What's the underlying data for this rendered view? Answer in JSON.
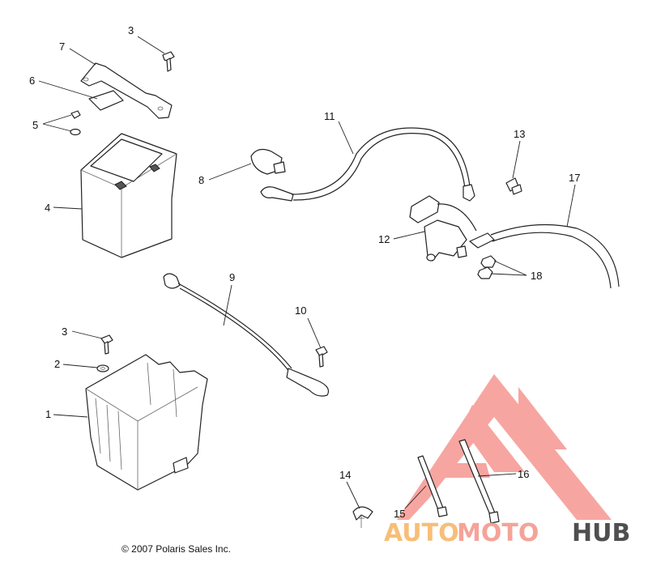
{
  "callouts": [
    {
      "id": "c1",
      "label": "1"
    },
    {
      "id": "c2",
      "label": "2"
    },
    {
      "id": "c3a",
      "label": "3"
    },
    {
      "id": "c3b",
      "label": "3"
    },
    {
      "id": "c4",
      "label": "4"
    },
    {
      "id": "c5",
      "label": "5"
    },
    {
      "id": "c6",
      "label": "6"
    },
    {
      "id": "c7",
      "label": "7"
    },
    {
      "id": "c8",
      "label": "8"
    },
    {
      "id": "c9",
      "label": "9"
    },
    {
      "id": "c10",
      "label": "10"
    },
    {
      "id": "c11",
      "label": "11"
    },
    {
      "id": "c12",
      "label": "12"
    },
    {
      "id": "c13",
      "label": "13"
    },
    {
      "id": "c14",
      "label": "14"
    },
    {
      "id": "c15",
      "label": "15"
    },
    {
      "id": "c16",
      "label": "16"
    },
    {
      "id": "c17",
      "label": "17"
    },
    {
      "id": "c18",
      "label": "18"
    }
  ],
  "copyright": "© 2007 Polaris Sales Inc.",
  "watermark": {
    "word_a": "AUTO",
    "word_b": "MOTO",
    "word_c": "HUB",
    "color_a": "#f7b86a",
    "color_b": "#f59a8e",
    "color_c": "#3d3d3d",
    "logo_color": "#f25c54"
  }
}
